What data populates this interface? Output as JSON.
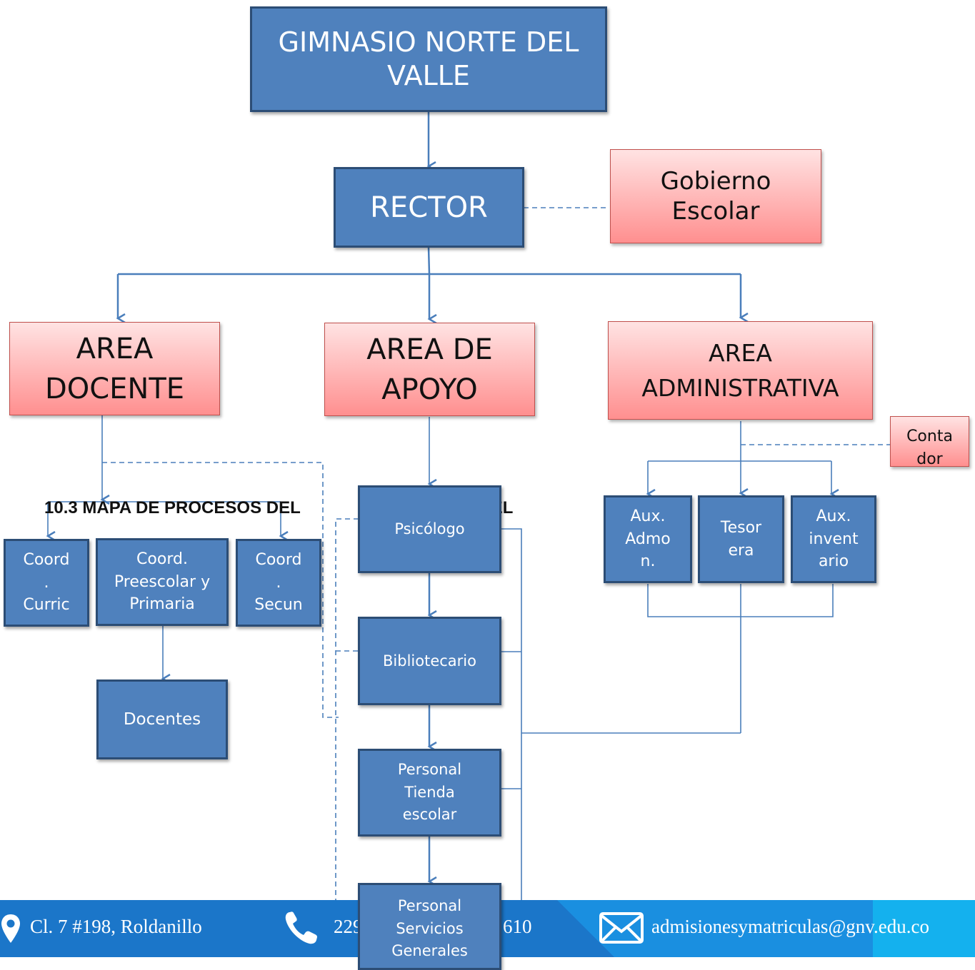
{
  "nodes": {
    "gimnasio": "GIMNASIO NORTE DEL\nVALLE",
    "rector": "RECTOR",
    "gobierno": "Gobierno\nEscolar",
    "area_docente": "AREA\nDOCENTE",
    "area_apoyo": "AREA DE\nAPOYO",
    "area_admin": "AREA\nADMINISTRATIVA",
    "contador": "Conta\ndor",
    "coord_curric": "Coord\n.\nCurric",
    "coord_preescolar": "Coord.\nPreescolar y\nPrimaria",
    "coord_secun": "Coord\n.\nSecun",
    "docentes": "Docentes",
    "psicologo": "Psicólogo",
    "bibliotecario": "Bibliotecario",
    "tienda": "Personal\nTienda\nescolar",
    "servicios": "Personal\nServicios\nGenerales",
    "aux_admon": "Aux.\nAdmo\nn.",
    "tesoreria": "Tesor\nera",
    "aux_inventario": "Aux.\ninvent\nario"
  },
  "heading": {
    "left": "10.3 MAPA DE PROCESOS DEL",
    "right": "RTE DEL"
  },
  "footer": {
    "address": "Cl. 7 #198, Roldanillo",
    "phone_left": "229",
    "phone_right": "610",
    "email": "admisionesymatriculas@gnv.edu.co"
  },
  "colors": {
    "box_blue": "#4f81bd",
    "box_border": "#2c4d75",
    "box_pink": "#ff8f8f",
    "connector": "#4a7ebb",
    "footer_dark": "#1b76c9",
    "footer_light": "#14b1ee"
  },
  "icons": [
    "location-pin-icon",
    "phone-icon",
    "envelope-icon"
  ]
}
